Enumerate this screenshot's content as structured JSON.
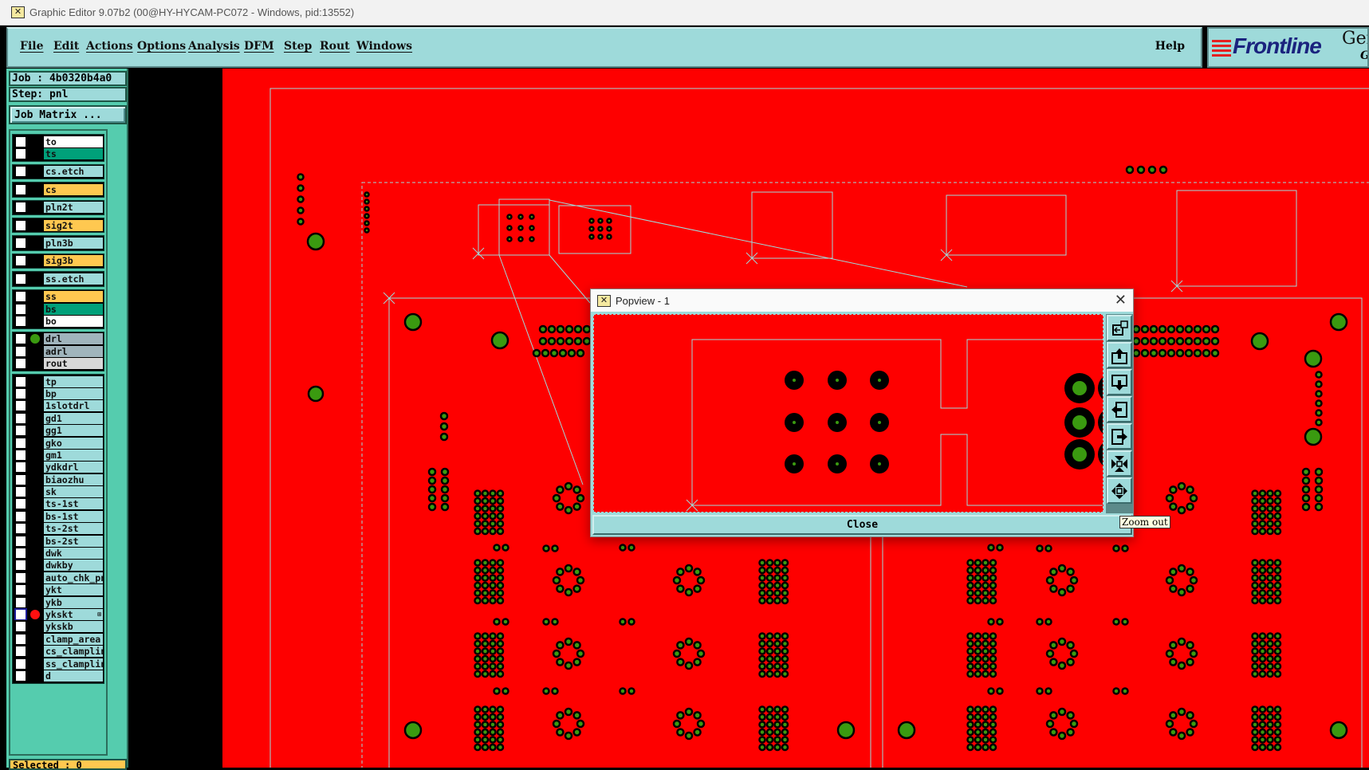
{
  "window": {
    "title": "Graphic Editor 9.07b2 (00@HY-HYCAM-PC072 - Windows, pid:13552)"
  },
  "menu": {
    "items": [
      "File",
      "Edit",
      "Actions",
      "Options",
      "Analysis",
      "DFM",
      "Step",
      "Rout",
      "Windows"
    ],
    "help": "Help"
  },
  "logo": {
    "brand": "Frontline",
    "text1": "Ger",
    "text2": "G"
  },
  "job": {
    "job_label": "Job : 4b0320b4a0",
    "step_label": "Step: pnl",
    "matrix_button": "Job Matrix ..."
  },
  "layers": [
    [
      {
        "name": "to",
        "color": "#ffffff"
      },
      {
        "name": "ts",
        "color": "#00a07a"
      }
    ],
    [
      {
        "name": "cs.etch",
        "color": "#9edada"
      }
    ],
    [
      {
        "name": "cs",
        "color": "#ffc850"
      }
    ],
    [
      {
        "name": "pln2t",
        "color": "#9edada"
      }
    ],
    [
      {
        "name": "sig2t",
        "color": "#ffc850"
      }
    ],
    [
      {
        "name": "pln3b",
        "color": "#9edada"
      }
    ],
    [
      {
        "name": "sig3b",
        "color": "#ffc850"
      }
    ],
    [
      {
        "name": "ss.etch",
        "color": "#9edada"
      }
    ],
    [
      {
        "name": "ss",
        "color": "#ffc850"
      },
      {
        "name": "bs",
        "color": "#00a07a"
      },
      {
        "name": "bo",
        "color": "#ffffff"
      }
    ],
    [
      {
        "name": "drl",
        "color": "#a0b4bc",
        "marker": "#3a9a10"
      },
      {
        "name": "adrl",
        "color": "#a0b4bc"
      },
      {
        "name": "rout",
        "color": "#d8d8d8"
      }
    ],
    [
      {
        "name": "tp",
        "color": "#9edada"
      },
      {
        "name": "bp",
        "color": "#9edada"
      },
      {
        "name": "1slotdrl",
        "color": "#9edada"
      },
      {
        "name": "gd1",
        "color": "#9edada"
      },
      {
        "name": "gg1",
        "color": "#9edada"
      },
      {
        "name": "gko",
        "color": "#9edada"
      },
      {
        "name": "gm1",
        "color": "#9edada"
      },
      {
        "name": "ydkdrl",
        "color": "#9edada"
      },
      {
        "name": "biaozhu",
        "color": "#9edada"
      },
      {
        "name": "sk",
        "color": "#9edada"
      },
      {
        "name": "ts-1st",
        "color": "#9edada"
      },
      {
        "name": "bs-1st",
        "color": "#9edada"
      },
      {
        "name": "ts-2st",
        "color": "#9edada"
      },
      {
        "name": "bs-2st",
        "color": "#9edada"
      },
      {
        "name": "dwk",
        "color": "#9edada"
      },
      {
        "name": "dwkby",
        "color": "#9edada"
      },
      {
        "name": "auto_chk_pnl",
        "color": "#9edada"
      },
      {
        "name": "ykt",
        "color": "#9edada"
      },
      {
        "name": "ykb",
        "color": "#9edada"
      },
      {
        "name": "ykskt",
        "color": "#9edada",
        "marker": "#ff1010",
        "selected": true,
        "plus": "⊞"
      },
      {
        "name": "ykskb",
        "color": "#9edada"
      },
      {
        "name": "clamp_area",
        "color": "#9edada"
      },
      {
        "name": "cs_clampline",
        "color": "#9edada"
      },
      {
        "name": "ss_clampline",
        "color": "#9edada"
      },
      {
        "name": "d",
        "color": "#9edada"
      }
    ]
  ],
  "status": {
    "selected": "Selected : 0"
  },
  "popview": {
    "title": "Popview - 1",
    "close_label": "Close",
    "tools": [
      "zoom-home",
      "pan-up",
      "pan-down",
      "pan-left",
      "pan-right",
      "zoom-in",
      "zoom-out"
    ],
    "tooltip": "Zoom out"
  },
  "colors": {
    "board": "#fe0000",
    "pad": "#3a9a10",
    "outline": "#9edada"
  }
}
